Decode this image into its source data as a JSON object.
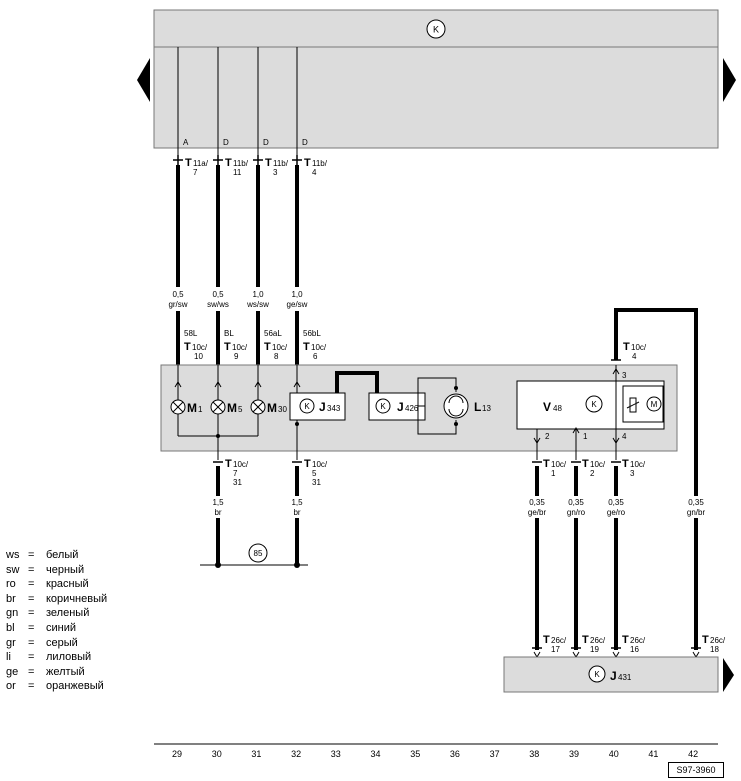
{
  "top_unit": {
    "symbol": "K"
  },
  "top_pins": [
    {
      "letter": "A",
      "conn": "T",
      "sub": "11a/",
      "num": "7"
    },
    {
      "letter": "D",
      "conn": "T",
      "sub": "11b/",
      "num": "11"
    },
    {
      "letter": "D",
      "conn": "T",
      "sub": "11b/",
      "num": "3"
    },
    {
      "letter": "D",
      "conn": "T",
      "sub": "11b/",
      "num": "4"
    }
  ],
  "upper_wires": [
    {
      "size": "0,5",
      "color": "gr/sw"
    },
    {
      "size": "0,5",
      "color": "sw/ws"
    },
    {
      "size": "1,0",
      "color": "ws/sw"
    },
    {
      "size": "1,0",
      "color": "ge/sw"
    }
  ],
  "mid_pins": [
    {
      "tag": "58L",
      "conn": "T",
      "sub": "10c/",
      "num": "10"
    },
    {
      "tag": "BL",
      "conn": "T",
      "sub": "10c/",
      "num": "9"
    },
    {
      "tag": "56aL",
      "conn": "T",
      "sub": "10c/",
      "num": "8"
    },
    {
      "tag": "56bL",
      "conn": "T",
      "sub": "10c/",
      "num": "6"
    }
  ],
  "pin_t10c4": {
    "conn": "T",
    "sub": "10c/",
    "num": "4"
  },
  "components": {
    "m1": {
      "letter": "M",
      "sub": "1"
    },
    "m5": {
      "letter": "M",
      "sub": "5"
    },
    "m30": {
      "letter": "M",
      "sub": "30"
    },
    "j343": {
      "symbol": "K",
      "letter": "J",
      "sub": "343"
    },
    "j426": {
      "symbol": "K",
      "letter": "J",
      "sub": "426"
    },
    "l13": {
      "letter": "L",
      "sub": "13"
    },
    "v48": {
      "letter": "V",
      "sub": "48",
      "symbol": "K",
      "motor": "M",
      "pins": [
        "3",
        "2",
        "1",
        "4"
      ]
    }
  },
  "lower_pins": [
    {
      "conn": "T",
      "sub": "10c/",
      "num": "7",
      "extra": "31"
    },
    {
      "conn": "T",
      "sub": "10c/",
      "num": "5",
      "extra": "31"
    },
    {
      "conn": "T",
      "sub": "10c/",
      "num": "1"
    },
    {
      "conn": "T",
      "sub": "10c/",
      "num": "2"
    },
    {
      "conn": "T",
      "sub": "10c/",
      "num": "3"
    }
  ],
  "lower_wires": [
    {
      "size": "1,5",
      "color": "br"
    },
    {
      "size": "1,5",
      "color": "br"
    },
    {
      "size": "0,35",
      "color": "ge/br"
    },
    {
      "size": "0,35",
      "color": "gn/ro"
    },
    {
      "size": "0,35",
      "color": "ge/ro"
    },
    {
      "size": "0,35",
      "color": "gn/br"
    }
  ],
  "ground_point": "85",
  "bottom_pins": [
    {
      "conn": "T",
      "sub": "26c/",
      "num": "17"
    },
    {
      "conn": "T",
      "sub": "26c/",
      "num": "19"
    },
    {
      "conn": "T",
      "sub": "26c/",
      "num": "16"
    },
    {
      "conn": "T",
      "sub": "26c/",
      "num": "18"
    }
  ],
  "j431": {
    "symbol": "K",
    "letter": "J",
    "sub": "431"
  },
  "legend": [
    {
      "code": "ws",
      "eq": "=",
      "name": "белый"
    },
    {
      "code": "sw",
      "eq": "=",
      "name": "черный"
    },
    {
      "code": "ro",
      "eq": "=",
      "name": "красный"
    },
    {
      "code": "br",
      "eq": "=",
      "name": "коричневый"
    },
    {
      "code": "gn",
      "eq": "=",
      "name": "зеленый"
    },
    {
      "code": "bl",
      "eq": "=",
      "name": "синий"
    },
    {
      "code": "gr",
      "eq": "=",
      "name": "серый"
    },
    {
      "code": "li",
      "eq": "=",
      "name": "лиловый"
    },
    {
      "code": "ge",
      "eq": "=",
      "name": "желтый"
    },
    {
      "code": "or",
      "eq": "=",
      "name": "оранжевый"
    }
  ],
  "ruler": [
    "29",
    "30",
    "31",
    "32",
    "33",
    "34",
    "35",
    "36",
    "37",
    "38",
    "39",
    "40",
    "41",
    "42"
  ],
  "reference": "S97-3960"
}
